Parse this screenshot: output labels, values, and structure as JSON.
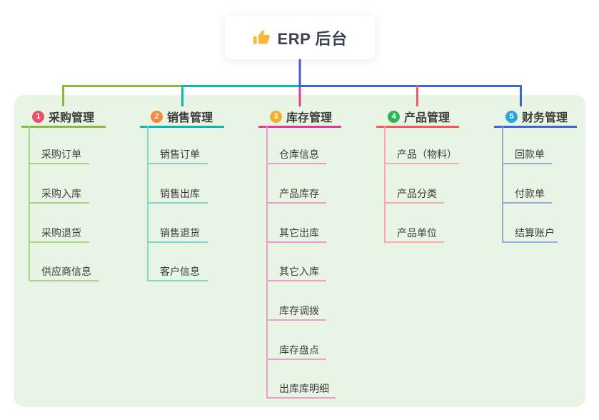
{
  "root": {
    "icon": "thumbs-up",
    "label": "ERP 后台"
  },
  "colors": {
    "bg_panel": "#E9F5E4",
    "text_dark": "#3D3D3D",
    "root_line": "#4D59CC",
    "thumb_gold": "#F5B73D",
    "b1_line": "#84BB40",
    "b1_light": "#A6D387",
    "b1_badge": "#F14F68",
    "b2_line": "#12B5AF",
    "b2_light": "#82D5CE",
    "b2_badge": "#F2893A",
    "b3_line": "#DF3D9C",
    "b3_light": "#F09BCC",
    "b3_badge": "#F4AD2D",
    "b4_line": "#F45B60",
    "b4_light": "#F9A8AB",
    "b4_badge": "#30B457",
    "b5_line": "#3D66D3",
    "b5_light": "#95AADF",
    "b5_badge": "#2AA4DF"
  },
  "branches": [
    {
      "num": "1",
      "label": "采购管理",
      "children": [
        "采购订单",
        "采购入库",
        "采购退货",
        "供应商信息"
      ]
    },
    {
      "num": "2",
      "label": "销售管理",
      "children": [
        "销售订单",
        "销售出库",
        "销售退货",
        "客户信息"
      ]
    },
    {
      "num": "3",
      "label": "库存管理",
      "children": [
        "仓库信息",
        "产品库存",
        "其它出库",
        "其它入库",
        "库存调拨",
        "库存盘点",
        "出库库明细"
      ]
    },
    {
      "num": "4",
      "label": "产品管理",
      "children": [
        "产品（物料）",
        "产品分类",
        "产品单位"
      ]
    },
    {
      "num": "5",
      "label": "财务管理",
      "children": [
        "回款单",
        "付款单",
        "结算账户"
      ]
    }
  ]
}
